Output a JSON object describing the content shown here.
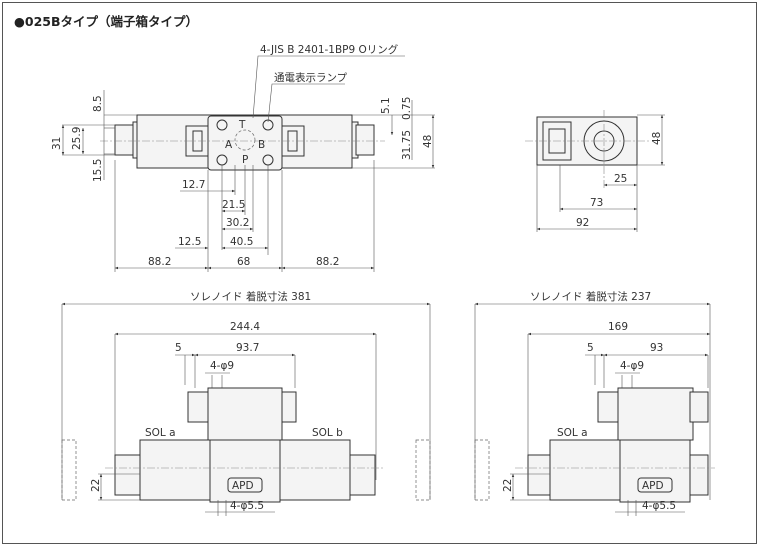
{
  "title": "●025Bタイプ（端子箱タイプ）",
  "top_view": {
    "oring_note": "4-JIS B 2401-1BP9 Oリング",
    "lamp_note": "通電表示ランプ",
    "ports": {
      "T": "T",
      "A": "A",
      "B": "B",
      "P": "P"
    },
    "dims": {
      "d8_5": "8.5",
      "d31": "31",
      "d25_9": "25.9",
      "d15_5": "15.5",
      "d5_1": "5.1",
      "d0_75": "0.75",
      "d31_75": "31.75",
      "d48": "48",
      "d12_7": "12.7",
      "d21_5": "21.5",
      "d30_2": "30.2",
      "d12_5": "12.5",
      "d40_5": "40.5",
      "d88_2_left": "88.2",
      "d68": "68",
      "d88_2_right": "88.2"
    }
  },
  "side_view": {
    "dims": {
      "d48": "48",
      "d25": "25",
      "d73": "73",
      "d92": "92"
    }
  },
  "double_solenoid": {
    "removal_dim": "ソレノイド 着脱寸法 381",
    "d244_4": "244.4",
    "d5": "5",
    "d93_7": "93.7",
    "d4phi9": "4-φ9",
    "sol_a": "SOL a",
    "sol_b": "SOL b",
    "d22": "22",
    "d4phi5_5": "4-φ5.5",
    "logo": "APD"
  },
  "single_solenoid": {
    "removal_dim": "ソレノイド 着脱寸法 237",
    "d169": "169",
    "d5": "5",
    "d93": "93",
    "d4phi9": "4-φ9",
    "sol_a": "SOL a",
    "d22": "22",
    "d4phi5_5": "4-φ5.5",
    "logo": "APD"
  }
}
